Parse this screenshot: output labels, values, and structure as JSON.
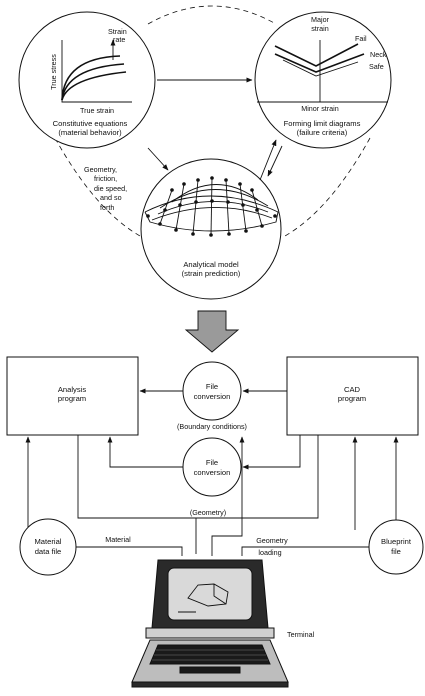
{
  "constitutive": {
    "axis_y": "True stress",
    "axis_x": "True strain",
    "arrow_label_1": "Strain",
    "arrow_label_2": "rate",
    "title_1": "Constitutive equations",
    "title_2": "(material behavior)"
  },
  "flc": {
    "axis_y_1": "Major",
    "axis_y_2": "strain",
    "curve_fail": "Fail",
    "curve_neck": "Neck",
    "curve_safe": "Safe",
    "axis_x": "Minor strain",
    "title_1": "Forming limit diagrams",
    "title_2": "(failure criteria)"
  },
  "inputs": {
    "line1": "Geometry,",
    "line2": "friction,",
    "line3": "die speed,",
    "line4": "and so",
    "line5": "forth"
  },
  "model": {
    "title_1": "Analytical model",
    "title_2": "(strain prediction)"
  },
  "analysis": {
    "line1": "Analysis",
    "line2": "program"
  },
  "cad": {
    "line1": "CAD",
    "line2": "program"
  },
  "conversion_top": {
    "line1": "File",
    "line2": "conversion",
    "caption": "(Boundary conditions)"
  },
  "conversion_bottom": {
    "line1": "File",
    "line2": "conversion"
  },
  "geometry_label": "(Geometry)",
  "material_file": {
    "line1": "Material",
    "line2": "data file"
  },
  "material_label": "Material",
  "geometry_loading": {
    "line1": "Geometry",
    "line2": "loading"
  },
  "blueprint": {
    "line1": "Blueprint",
    "line2": "file"
  },
  "terminal_label": "Terminal"
}
